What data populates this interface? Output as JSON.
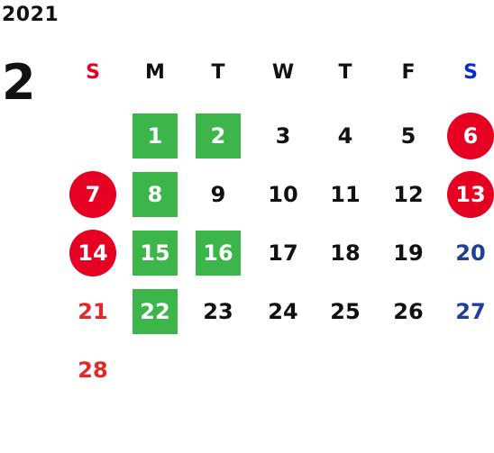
{
  "calendar": {
    "year": "2021",
    "month": "2",
    "colors": {
      "sunday_header": "#e60021",
      "saturday_header": "#0a2dcc",
      "sunday_text": "#e02a2a",
      "saturday_text": "#1f3f99",
      "weekday_text": "#111111",
      "holiday_circle": "#e60021",
      "green_box": "#3cb54a"
    },
    "weekday_headers": [
      {
        "label": "S",
        "kind": "sun"
      },
      {
        "label": "M",
        "kind": "weekday"
      },
      {
        "label": "T",
        "kind": "weekday"
      },
      {
        "label": "W",
        "kind": "weekday"
      },
      {
        "label": "T",
        "kind": "weekday"
      },
      {
        "label": "F",
        "kind": "weekday"
      },
      {
        "label": "S",
        "kind": "sat"
      }
    ],
    "weeks": [
      [
        null,
        {
          "day": "1",
          "style": "green"
        },
        {
          "day": "2",
          "style": "green"
        },
        {
          "day": "3",
          "style": "plain"
        },
        {
          "day": "4",
          "style": "plain"
        },
        {
          "day": "5",
          "style": "plain"
        },
        {
          "day": "6",
          "style": "red"
        }
      ],
      [
        {
          "day": "7",
          "style": "red"
        },
        {
          "day": "8",
          "style": "green"
        },
        {
          "day": "9",
          "style": "plain"
        },
        {
          "day": "10",
          "style": "plain"
        },
        {
          "day": "11",
          "style": "plain"
        },
        {
          "day": "12",
          "style": "plain"
        },
        {
          "day": "13",
          "style": "red"
        }
      ],
      [
        {
          "day": "14",
          "style": "red"
        },
        {
          "day": "15",
          "style": "green"
        },
        {
          "day": "16",
          "style": "green"
        },
        {
          "day": "17",
          "style": "plain"
        },
        {
          "day": "18",
          "style": "plain"
        },
        {
          "day": "19",
          "style": "plain"
        },
        {
          "day": "20",
          "style": "plain"
        }
      ],
      [
        {
          "day": "21",
          "style": "plain"
        },
        {
          "day": "22",
          "style": "green"
        },
        {
          "day": "23",
          "style": "plain"
        },
        {
          "day": "24",
          "style": "plain"
        },
        {
          "day": "25",
          "style": "plain"
        },
        {
          "day": "26",
          "style": "plain"
        },
        {
          "day": "27",
          "style": "plain"
        }
      ],
      [
        {
          "day": "28",
          "style": "plain"
        },
        null,
        null,
        null,
        null,
        null,
        null
      ]
    ]
  }
}
